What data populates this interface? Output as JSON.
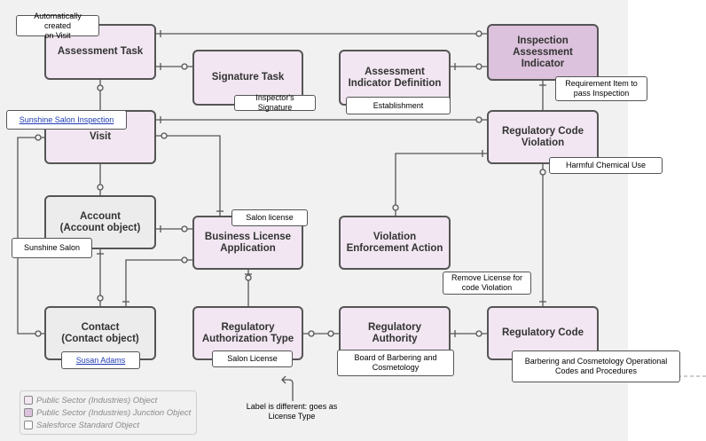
{
  "entities": [
    {
      "id": "assessment_task",
      "label": "Assessment Task",
      "kind": "ps"
    },
    {
      "id": "signature_task",
      "label": "Signature Task",
      "kind": "ps"
    },
    {
      "id": "assessment_indicator_definition",
      "label": "Assessment\nIndicator Definition",
      "kind": "ps"
    },
    {
      "id": "inspection_assessment_indicator",
      "label": "Inspection\nAssessment\nIndicator",
      "kind": "jn"
    },
    {
      "id": "visit",
      "label": "Visit",
      "kind": "ps"
    },
    {
      "id": "regulatory_code_violation",
      "label": "Regulatory Code\nViolation",
      "kind": "ps"
    },
    {
      "id": "account",
      "label": "Account\n(Account object)",
      "kind": "sf"
    },
    {
      "id": "business_license_application",
      "label": "Business License\nApplication",
      "kind": "ps"
    },
    {
      "id": "violation_enforcement_action",
      "label": "Violation\nEnforcement Action",
      "kind": "ps"
    },
    {
      "id": "contact",
      "label": "Contact\n(Contact object)",
      "kind": "sf"
    },
    {
      "id": "regulatory_authorization_type",
      "label": "Regulatory\nAuthorization Type",
      "kind": "ps"
    },
    {
      "id": "regulatory_authority",
      "label": "Regulatory\nAuthority",
      "kind": "ps"
    },
    {
      "id": "regulatory_code",
      "label": "Regulatory Code",
      "kind": "ps"
    }
  ],
  "notes": [
    {
      "id": "auto_created",
      "text": "Automatically created\non Visit",
      "link": false
    },
    {
      "id": "inspector_signature",
      "text": "Inspector's Signature",
      "link": false
    },
    {
      "id": "establishment",
      "text": "Establishment",
      "link": false
    },
    {
      "id": "requirement_item",
      "text": "Requirement Item to\npass Inspection",
      "link": false
    },
    {
      "id": "sunshine_salon_inspection",
      "text": "Sunshine Salon Inspection",
      "link": true
    },
    {
      "id": "harmful_chemical",
      "text": "Harmful Chemical Use",
      "link": false
    },
    {
      "id": "salon_license_lower",
      "text": "Salon license",
      "link": false
    },
    {
      "id": "sunshine_salon",
      "text": "Sunshine Salon",
      "link": false
    },
    {
      "id": "remove_license",
      "text": "Remove License for\ncode Violation",
      "link": false
    },
    {
      "id": "susan_adams",
      "text": "Susan Adams",
      "link": true
    },
    {
      "id": "salon_license_upper",
      "text": "Salon License",
      "link": false
    },
    {
      "id": "board_barbering",
      "text": "Board of Barbering and\nCosmetology",
      "link": false
    },
    {
      "id": "barbering_codes",
      "text": "Barbering and Cosmetology Operational\nCodes and Procedures",
      "link": false
    }
  ],
  "annotation": "Label is different: goes as\nLicense Type",
  "legend": [
    {
      "label": "Public Sector (Industries) Object",
      "color": "#f1e6f1"
    },
    {
      "label": "Public Sector (Industries) Junction Object",
      "color": "#dcc2dc"
    },
    {
      "label": "Salesforce Standard Object",
      "color": "#ececec"
    }
  ]
}
